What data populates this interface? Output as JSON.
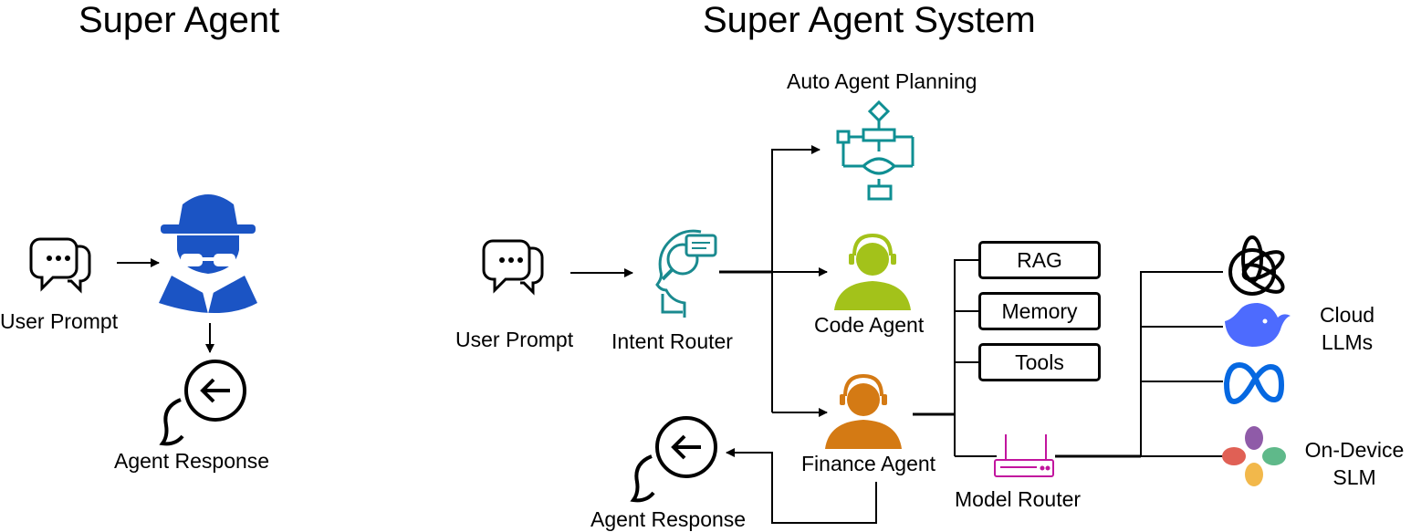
{
  "left_panel": {
    "title": "Super Agent",
    "user_prompt_label": "User Prompt",
    "agent_response_label": "Agent Response"
  },
  "right_panel": {
    "title": "Super Agent System",
    "user_prompt_label": "User Prompt",
    "intent_router_label": "Intent Router",
    "auto_planning_label": "Auto Agent Planning",
    "code_agent_label": "Code Agent",
    "finance_agent_label": "Finance Agent",
    "agent_response_label": "Agent Response",
    "model_router_label": "Model Router",
    "tools": [
      "RAG",
      "Memory",
      "Tools"
    ],
    "cloud_llms_label": [
      "Cloud",
      "LLMs"
    ],
    "on_device_label": [
      "On-Device",
      "SLM"
    ]
  },
  "colors": {
    "spy_blue": "#1b54c4",
    "router_teal": "#1a8a8f",
    "planning_teal": "#0f8f93",
    "code_agent_green": "#a3c21a",
    "finance_agent_orange": "#d47a14",
    "model_router_magenta": "#c2159e",
    "deepseek_blue": "#4d6bfe",
    "meta_blue": "#0668e1"
  }
}
